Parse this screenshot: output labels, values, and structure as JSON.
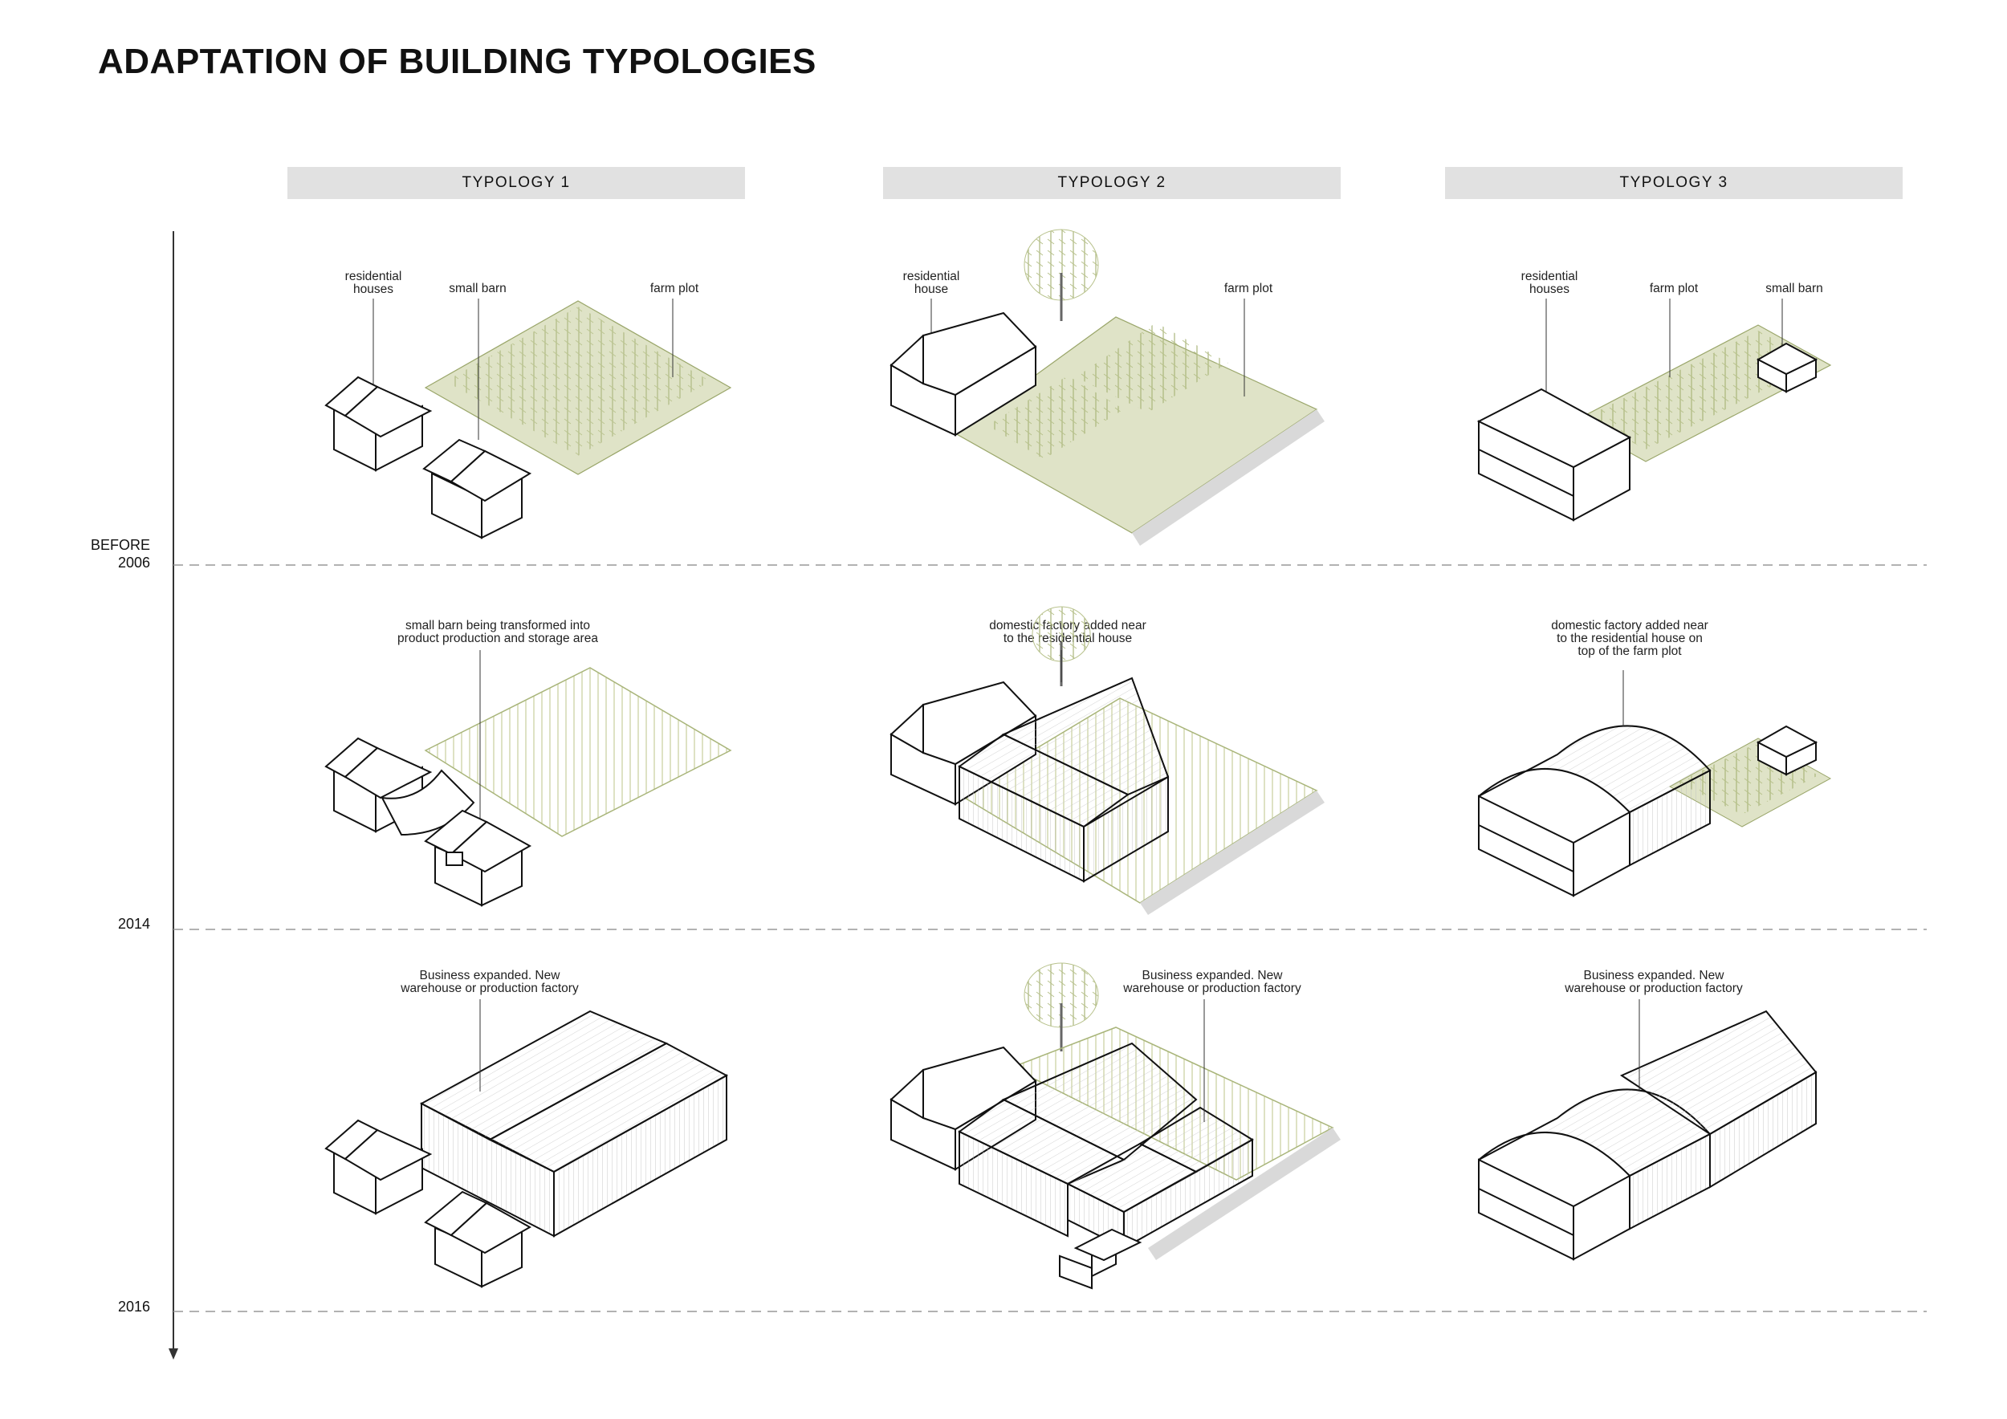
{
  "title": "ADAPTATION OF BUILDING TYPOLOGIES",
  "typologies": [
    {
      "label": "TYPOLOGY 1"
    },
    {
      "label": "TYPOLOGY 2"
    },
    {
      "label": "TYPOLOGY 3"
    }
  ],
  "timeline": {
    "before": "BEFORE",
    "y2006": "2006",
    "y2014": "2014",
    "y2016": "2016"
  },
  "row1": {
    "t1": {
      "residential": "residential\nhouses",
      "barn": "small barn",
      "farm": "farm plot"
    },
    "t2": {
      "residential": "residential\nhouse",
      "farm": "farm plot"
    },
    "t3": {
      "residential": "residential\nhouses",
      "farm": "farm plot",
      "barn": "small barn"
    }
  },
  "row2": {
    "t1": "small barn being transformed into\nproduct production and storage area",
    "t2": "domestic factory added near\nto the residential house",
    "t3": "domestic factory added near\nto the residential house on\ntop of the farm plot"
  },
  "row3": {
    "t1": "Business expanded. New\nwarehouse or production factory",
    "t2": "Business expanded. New\nwarehouse or production factory",
    "t3": "Business expanded. New\nwarehouse or production factory"
  },
  "colors": {
    "farm": "#dfe3c7",
    "crop": "#a9b57a",
    "header": "#e1e1e1",
    "line": "#111111"
  }
}
